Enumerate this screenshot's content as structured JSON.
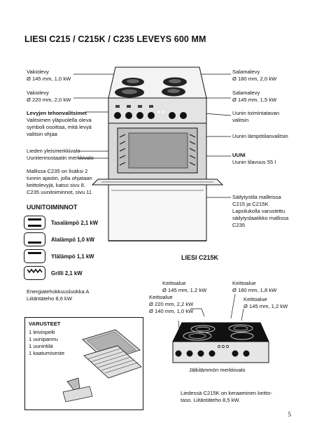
{
  "title": "LIESI C215 / C215K / C235  LEVEYS 600 MM",
  "left_labels": {
    "vakiolevy_145": [
      "Vakiolevy",
      "Ø 145 mm, 1,0 kW"
    ],
    "vakiolevy_220": [
      "Vakiolevy",
      "Ø 220 mm, 2,0 kW"
    ],
    "selectors_title": "Levyjen tehonvalitsimet",
    "selectors_text": [
      "Valitsimen yläpuolella oleva",
      "symboli osoittaa, mitä levyä",
      "valitsin ohjaa"
    ],
    "indicator_lights": [
      "Lieden yleismerkkivalo",
      "Uunitermostaatin merkkivalo"
    ],
    "c235_note": [
      "Mallissa C235 on lisäksi 2",
      "tunnin ajastin, jolla ohjataan",
      "keittolevyjä, katso sivu 8.",
      "C235 uunitoiminnot, sivu 11"
    ]
  },
  "right_labels": {
    "salamalevy_180": [
      "Salamalevy",
      "Ø 180 mm, 2,0 kW"
    ],
    "salamalevy_145": [
      "Salamalevy",
      "Ø 145 mm, 1,5 kW"
    ],
    "oven_function": [
      "Uunin toimintatavan",
      "valitsin"
    ],
    "thermostat": "Uunin lämpötilanvalitsin",
    "oven_title": "UUNI",
    "oven_volume": "Uunin tilavuus 55 l",
    "storage": [
      "Säilytystila malleissa",
      "C215 ja C215K",
      "Lapsilukolla varustettu",
      "säilytyslaatikko mallissa",
      "C235"
    ]
  },
  "oven_functions": {
    "heading": "UUNITOIMINNOT",
    "items": [
      {
        "label": "Tasalämpö 2,1 kW",
        "icon": "top-bottom-heat-icon"
      },
      {
        "label": "Alalämpö 1,0 kW",
        "icon": "bottom-heat-icon"
      },
      {
        "label": "Ylälämpö 1,1 kW",
        "icon": "top-heat-icon"
      },
      {
        "label": "Grilli 2,1 kW",
        "icon": "grill-icon"
      }
    ],
    "energy": [
      "Energiatehokkuusluokka A",
      "Liitäntäteho 8,6 kW"
    ]
  },
  "accessories": {
    "heading": "VARUSTEET",
    "items": [
      "1 leivinpelti",
      "1 uunipannu",
      "1 uuniritilä",
      "1 kaatumiseste"
    ]
  },
  "ceramic": {
    "heading": "LIESI  C215K",
    "zone_145": [
      "Keittoalue",
      "Ø 145 mm, 1,2 kW"
    ],
    "zone_220": [
      "Keittoalue",
      "Ø 220 mm, 2,2 kW",
      "Ø 140 mm, 1,0 kW"
    ],
    "zone_180": [
      "Keittoalue",
      "Ø 180 mm, 1,8 kW"
    ],
    "zone_145b": [
      "Keittoalue",
      "Ø 145 mm, 1,2 kW"
    ],
    "residual_heat": "Jälkilämmön merkkivalo",
    "note": [
      "Liedessä C215K on keraaminen keitto-",
      "taso. Liitäntäteho 8,5 kW."
    ]
  },
  "page_number": "5"
}
